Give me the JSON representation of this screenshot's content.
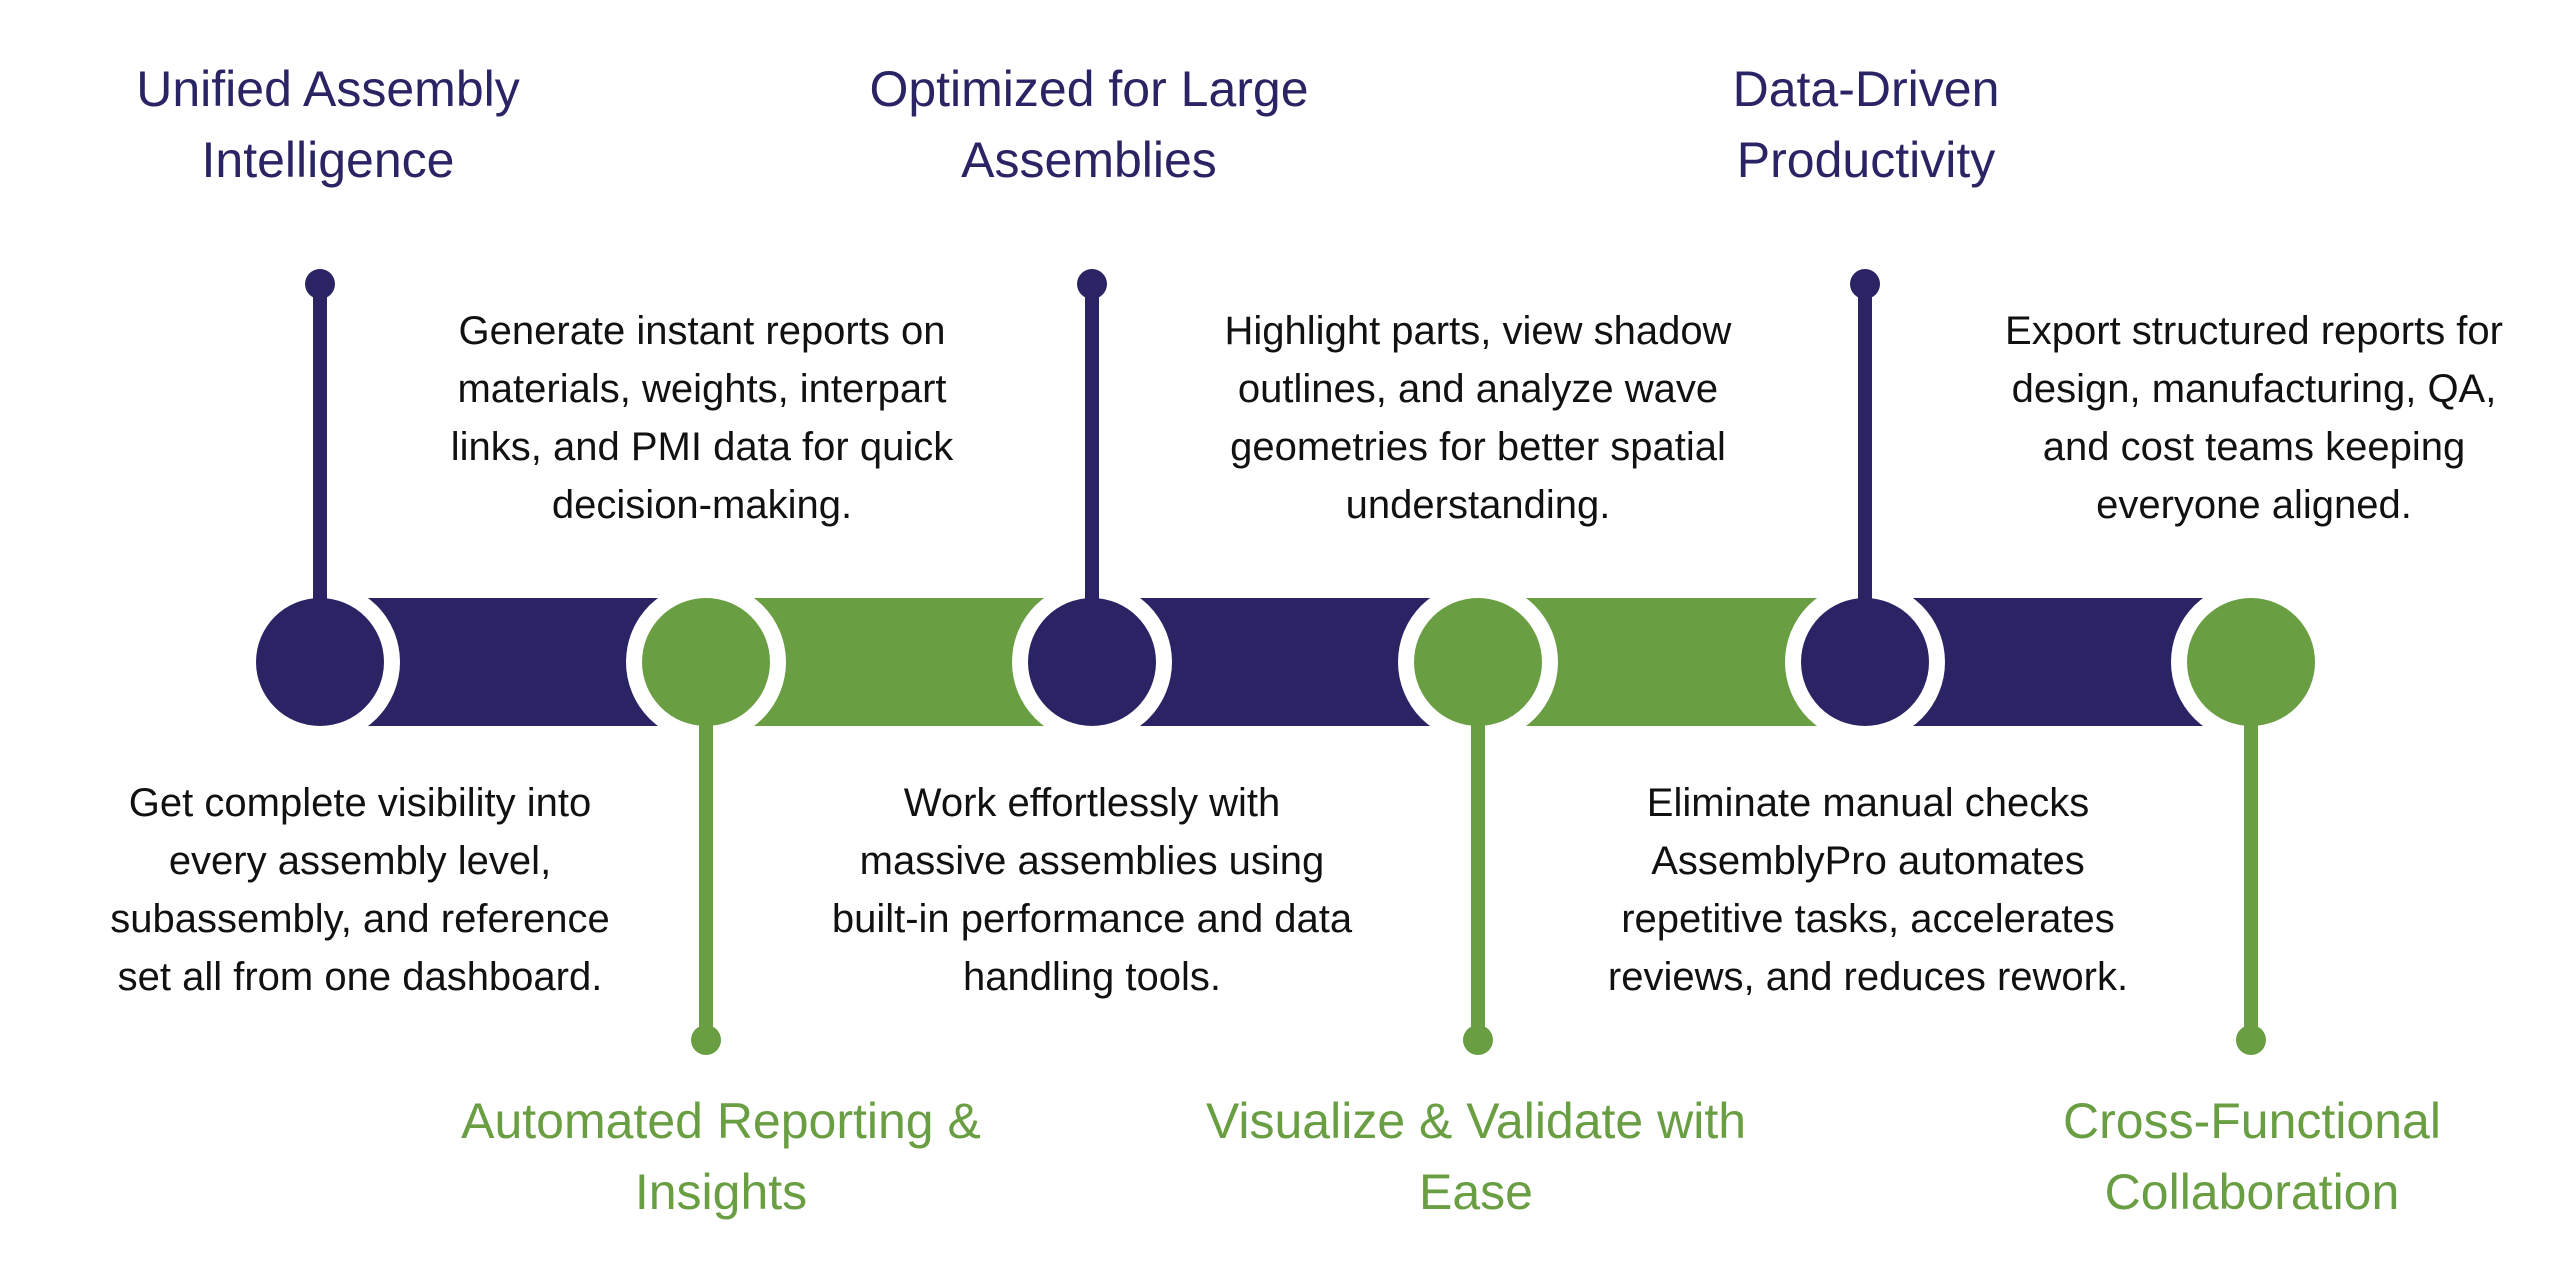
{
  "colors": {
    "navy": "#2b2464",
    "green": "#6a9e43",
    "text": "#111111",
    "background": "#ffffff"
  },
  "milestones": [
    {
      "title": "Unified Assembly\nIntelligence",
      "description": "Get complete visibility into\nevery assembly level,\nsubassembly, and reference\nset all from one dashboard.",
      "color": "#2b2464"
    },
    {
      "title": "Automated Reporting &\nInsights",
      "description": "Generate instant reports on\nmaterials, weights, interpart\nlinks, and PMI data for quick\ndecision-making.",
      "color": "#6a9e43"
    },
    {
      "title": "Optimized for Large\nAssemblies",
      "description": "Work effortlessly with\nmassive assemblies using\nbuilt-in performance and data\nhandling tools.",
      "color": "#2b2464"
    },
    {
      "title": "Visualize & Validate with\nEase",
      "description": "Highlight parts, view shadow\noutlines, and analyze wave\ngeometries for better spatial\nunderstanding.",
      "color": "#6a9e43"
    },
    {
      "title": "Data-Driven\nProductivity",
      "description": "Eliminate manual checks\nAssemblyPro automates\nrepetitive tasks, accelerates\nreviews, and reduces rework.",
      "color": "#2b2464"
    },
    {
      "title": "Cross-Functional\nCollaboration",
      "description": "Export structured reports for\ndesign, manufacturing, QA,\nand cost teams keeping\neveryone aligned.",
      "color": "#6a9e43"
    }
  ]
}
